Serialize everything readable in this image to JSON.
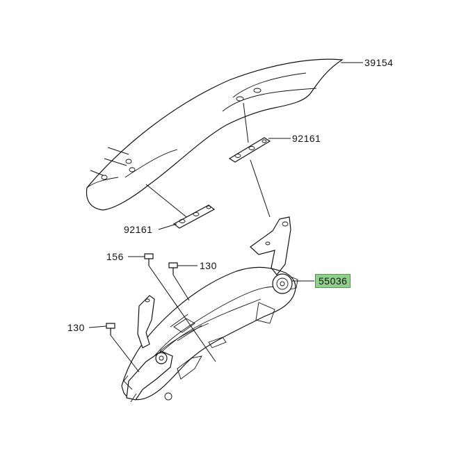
{
  "labels": {
    "p39154": "39154",
    "p92161_upper": "92161",
    "p92161_lower": "92161",
    "p156": "156",
    "p130_upper": "130",
    "p130_left": "130",
    "p55036": "55036"
  },
  "colors": {
    "highlight_fill": "#8fd18a",
    "line": "#111111",
    "background": "#ffffff"
  }
}
